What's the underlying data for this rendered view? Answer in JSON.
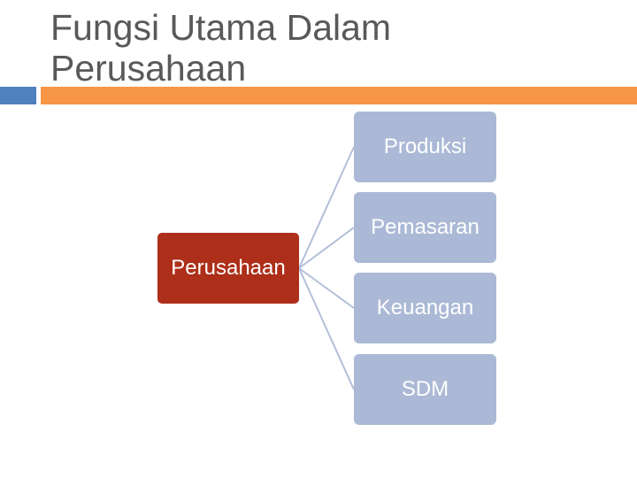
{
  "slide": {
    "title_lines": [
      "Fungsi Utama Dalam",
      "Perusahaan"
    ]
  },
  "diagram": {
    "root": "Perusahaan",
    "children": [
      "Produksi",
      "Pemasaran",
      "Keuangan",
      "SDM"
    ]
  },
  "colors": {
    "title_text": "#595959",
    "accent_blue": "#4f81bd",
    "accent_orange": "#f79646",
    "root_fill": "#ad2f1a",
    "child_fill": "#abb9d6",
    "connector": "#b3bfd9"
  }
}
